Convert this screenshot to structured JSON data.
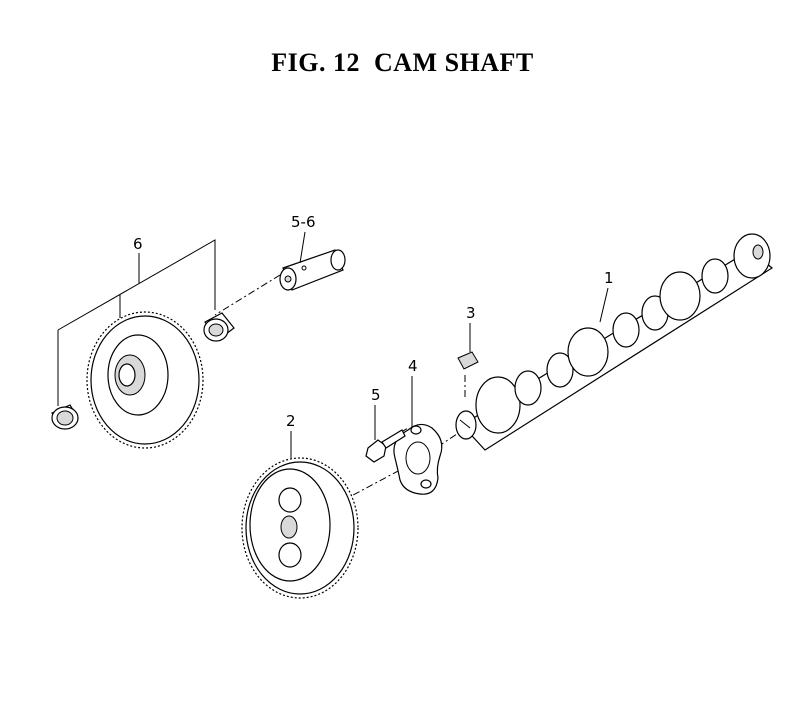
{
  "title": "FIG. 12  CAM SHAFT",
  "callouts": {
    "camshaft": "1",
    "cam_gear": "2",
    "key": "3",
    "thrust_plate": "4",
    "bolt": "5",
    "shaft_assembly": "5-6",
    "idle_gear": "6"
  }
}
